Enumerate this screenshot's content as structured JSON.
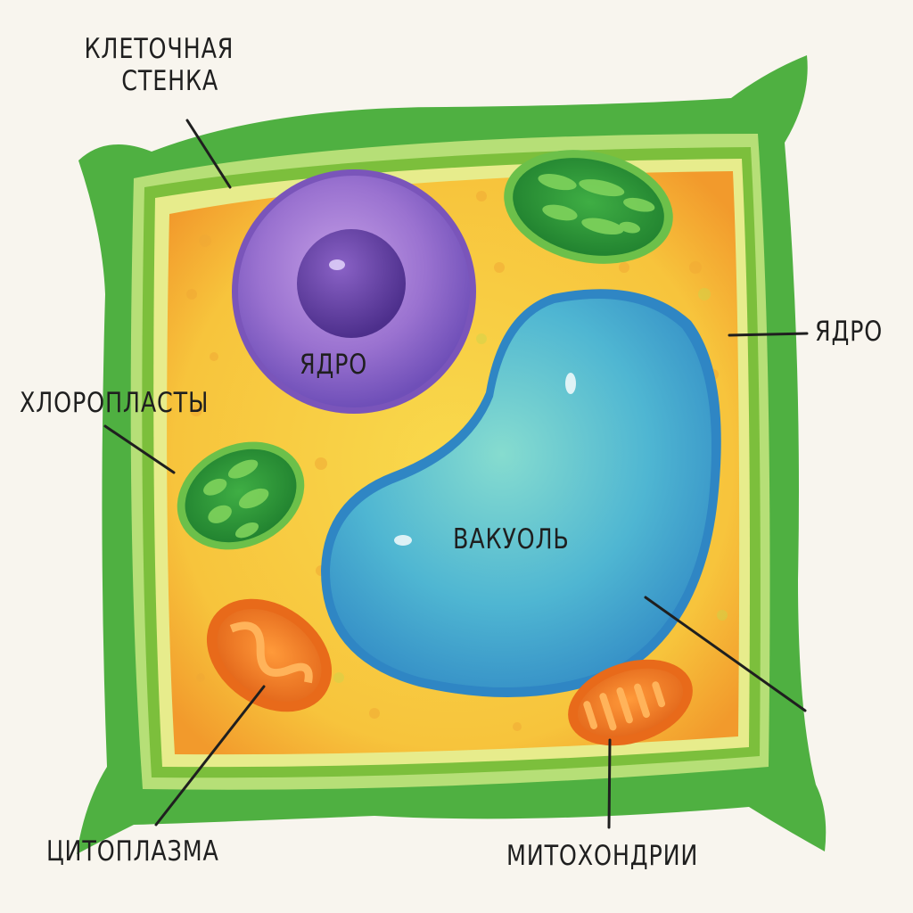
{
  "diagram": {
    "title": "Plant cell (watercolor)",
    "colors": {
      "background": "#f8f5ee",
      "cell_wall": "#4caf3a",
      "cell_wall_light": "#a6d86a",
      "membrane": "#c9dd5a",
      "cytoplasm": "#f6c341",
      "cytoplasm_edge": "#f2a02e",
      "nucleus": "#8a63c4",
      "nucleolus": "#5b3c9e",
      "vacuole": "#4fb3d4",
      "vacuole_light": "#7fd6cf",
      "chloroplast": "#2f9e3a",
      "chloroplast_light": "#8ed760",
      "mitochondrion": "#f07a1f",
      "mitochondrion_inner": "#fb9a3a",
      "leader_line": "#1f1f1f"
    },
    "labels": {
      "cell_wall_line1": "КЛЕТОЧНАЯ",
      "cell_wall_line2": "СТЕНКА",
      "nucleus_inside": "ЯДРО",
      "nucleus_right": "ЯДРО",
      "chloroplasts": "ХЛОРОПЛАСТЫ",
      "vacuole": "ВАКУОЛЬ",
      "cytoplasm": "ЦИТОПЛАЗМА",
      "mitochondria": "МИТОХОНДРИИ"
    }
  }
}
